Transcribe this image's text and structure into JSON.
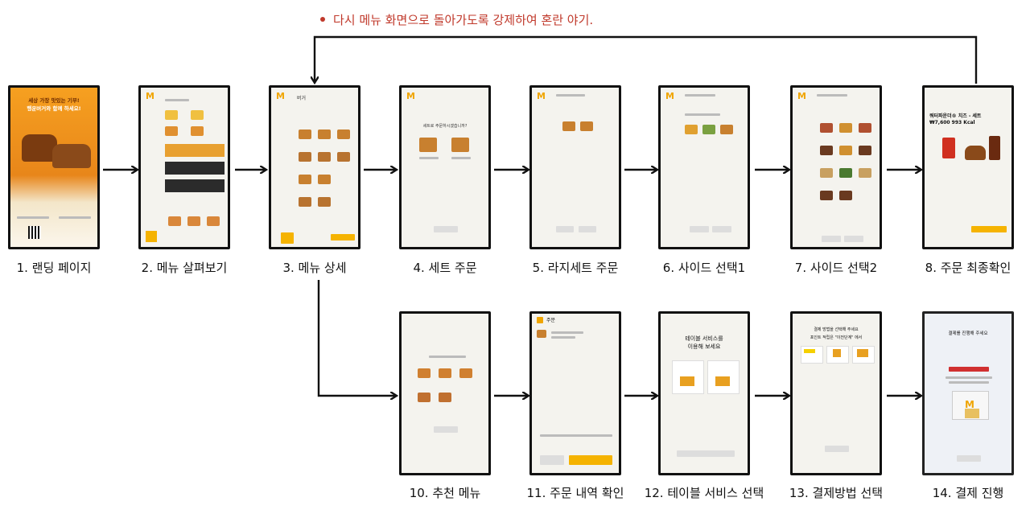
{
  "note": "다시 메뉴 화면으로 돌아가도록 강제하여 혼란 야기.",
  "steps": {
    "s1": "1. 랜딩 페이지",
    "s2": "2. 메뉴 살펴보기",
    "s3": "3. 메뉴 상세",
    "s4": "4. 세트 주문",
    "s5": "5. 라지세트 주문",
    "s6": "6. 사이드 선택1",
    "s7": "7. 사이드 선택2",
    "s8": "8. 주문 최종확인",
    "s10": "10. 추천 메뉴",
    "s11": "11. 주문 내역 확인",
    "s12": "12. 테이블 서비스 선택",
    "s13": "13. 결제방법 선택",
    "s14": "14. 결제 진행"
  },
  "screens": {
    "s1_title1": "세상 가장 맛있는 기부!",
    "s1_title2": "행운버거와 함께 하세요!",
    "s3_title": "버거",
    "s4_title": "세트로 주문하시겠습니까?",
    "s8_title1": "쿼터파운더® 치즈 - 세트",
    "s8_title2": "₩7,600 993 Kcal",
    "s11_title": "주문",
    "s12_title1": "테이블 서비스를",
    "s12_title2": "이용해 보세요",
    "s13_title1": "결제 방법을 선택해 주세요",
    "s13_title2": "포인트 적립은 \"이전단계\" 에서",
    "s14_title": "결제를 진행해 주세요"
  }
}
